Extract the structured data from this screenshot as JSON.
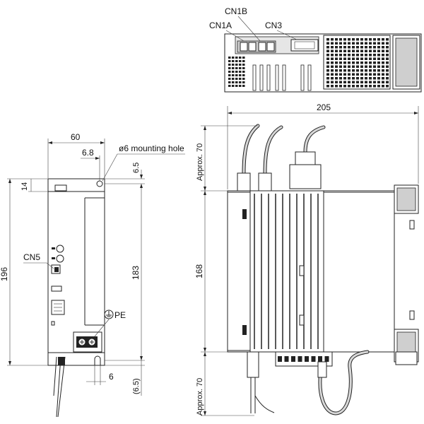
{
  "labels": {
    "cn1b": "CN1B",
    "cn1a": "CN1A",
    "cn3": "CN3",
    "cn5": "CN5",
    "pe": "PE",
    "mounting_hole": "ø6 mounting hole"
  },
  "dimensions": {
    "width_60": "60",
    "offset_6_8": "6.8",
    "top_6_5": "6.5",
    "top_14": "14",
    "height_196": "196",
    "height_183": "183",
    "bottom_6": "6",
    "bottom_6_5": "(6.5)",
    "depth_205": "205",
    "height_168": "168",
    "approx_70_top": "Approx. 70",
    "approx_70_bottom": "Approx. 70"
  },
  "colors": {
    "line": "#222222",
    "panel_grey": "#cfcfcf"
  },
  "icons": {
    "ground": "protective-earth-icon"
  }
}
